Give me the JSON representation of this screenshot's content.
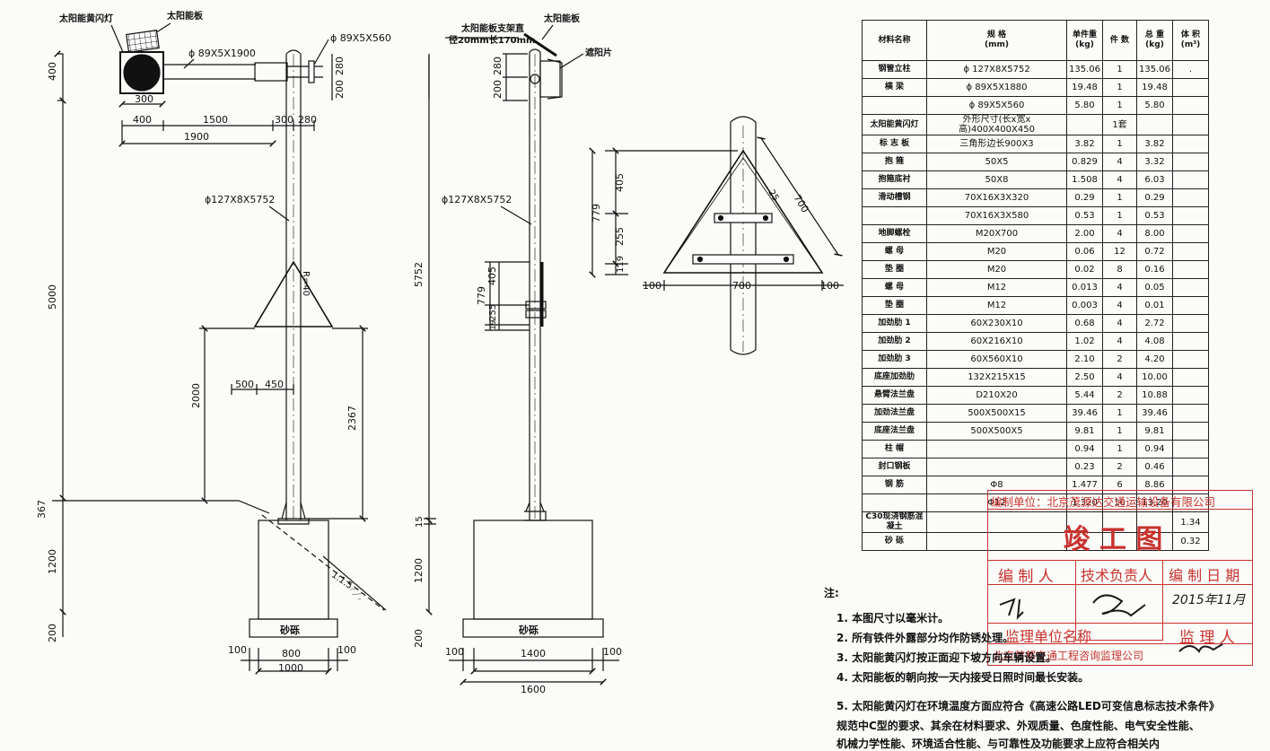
{
  "front_view": {
    "solar_flash_light_label": "太阳能黄闪灯",
    "solar_panel_label": "太阳能板",
    "arm_long_spec": "ϕ 89X5X1900",
    "arm_short_spec": "ϕ 89X5X560",
    "pole_spec": "ϕ127X8X5752",
    "sign_radius": "R=40",
    "dims": {
      "light_height": "400",
      "light_width": "300",
      "seg_400": "400",
      "seg_1500": "1500",
      "seg_300": "300",
      "seg_280": "280",
      "total_1900": "1900",
      "right_200": "200",
      "right_280": "280",
      "height_5000": "5000",
      "height_2000": "2000",
      "offset_500": "500",
      "offset_450": "450",
      "height_2367": "2367",
      "ground_367": "367",
      "found_1200": "1200",
      "gravel_200": "200",
      "base_100_left": "100",
      "base_800": "800",
      "base_100_right": "100",
      "base_1000": "1000",
      "slope": "1:1.5"
    },
    "gravel_label": "砂砾"
  },
  "side_view": {
    "bracket_label": "太阳能板支架直",
    "bracket_spec": "径20mm长170mm",
    "panel_label": "太阳能板",
    "shade_label": "遮阳片",
    "pole_spec": "ϕ127X8X5752",
    "dims": {
      "top_200": "200",
      "top_280": "280",
      "height_5752": "5752",
      "d_779": "779",
      "d_405": "405",
      "d_255": "255",
      "d_19": "19",
      "d_15": "15",
      "found_1200": "1200",
      "gravel_200": "200",
      "base_100_left": "100",
      "base_1400": "1400",
      "base_100_right": "100",
      "base_1600": "1600"
    },
    "gravel_label": "砂砾"
  },
  "detail_view": {
    "dims": {
      "d_405": "405",
      "d_779": "779",
      "d_255": "255",
      "d_119": "119",
      "d_25": "25",
      "d_700_side": "700",
      "d_700_base": "700",
      "d_100_left": "100",
      "d_100_right": "100"
    }
  },
  "material_table": {
    "headers": [
      "材料名称",
      "规 格\n(mm)",
      "单件重\n(kg)",
      "件 数",
      "总 重\n(kg)",
      "体 积\n(m³)"
    ],
    "rows": [
      {
        "name": "钢管立柱",
        "spec": "ϕ 127X8X5752",
        "unit": "135.06",
        "qty": "1",
        "total": "135.06",
        "vol": "."
      },
      {
        "name": "横 梁",
        "spec": "ϕ 89X5X1880",
        "unit": "19.48",
        "qty": "1",
        "total": "19.48",
        "vol": ""
      },
      {
        "name": "",
        "spec": "ϕ 89X5X560",
        "unit": "5.80",
        "qty": "1",
        "total": "5.80",
        "vol": ""
      },
      {
        "name": "太阳能黄闪灯",
        "spec": "外形尺寸(长x宽x高)400X400X450",
        "unit": "",
        "qty": "1套",
        "total": "",
        "vol": ""
      },
      {
        "name": "标 志 板",
        "spec": "三角形边长900X3",
        "unit": "3.82",
        "qty": "1",
        "total": "3.82",
        "vol": ""
      },
      {
        "name": "抱 箍",
        "spec": "50X5",
        "unit": "0.829",
        "qty": "4",
        "total": "3.32",
        "vol": ""
      },
      {
        "name": "抱箍底衬",
        "spec": "50X8",
        "unit": "1.508",
        "qty": "4",
        "total": "6.03",
        "vol": ""
      },
      {
        "name": "滑动槽钢",
        "spec": "70X16X3X320",
        "unit": "0.29",
        "qty": "1",
        "total": "0.29",
        "vol": ""
      },
      {
        "name": "",
        "spec": "70X16X3X580",
        "unit": "0.53",
        "qty": "1",
        "total": "0.53",
        "vol": ""
      },
      {
        "name": "地脚螺栓",
        "spec": "M20X700",
        "unit": "2.00",
        "qty": "4",
        "total": "8.00",
        "vol": ""
      },
      {
        "name": "螺 母",
        "spec": "M20",
        "unit": "0.06",
        "qty": "12",
        "total": "0.72",
        "vol": ""
      },
      {
        "name": "垫 圈",
        "spec": "M20",
        "unit": "0.02",
        "qty": "8",
        "total": "0.16",
        "vol": ""
      },
      {
        "name": "螺 母",
        "spec": "M12",
        "unit": "0.013",
        "qty": "4",
        "total": "0.05",
        "vol": ""
      },
      {
        "name": "垫 圈",
        "spec": "M12",
        "unit": "0.003",
        "qty": "4",
        "total": "0.01",
        "vol": ""
      },
      {
        "name": "加劲肋 1",
        "spec": "60X230X10",
        "unit": "0.68",
        "qty": "4",
        "total": "2.72",
        "vol": ""
      },
      {
        "name": "加劲肋 2",
        "spec": "60X216X10",
        "unit": "1.02",
        "qty": "4",
        "total": "4.08",
        "vol": ""
      },
      {
        "name": "加劲肋 3",
        "spec": "60X560X10",
        "unit": "2.10",
        "qty": "2",
        "total": "4.20",
        "vol": ""
      },
      {
        "name": "底座加劲肋",
        "spec": "132X215X15",
        "unit": "2.50",
        "qty": "4",
        "total": "10.00",
        "vol": ""
      },
      {
        "name": "悬臂法兰盘",
        "spec": "D210X20",
        "unit": "5.44",
        "qty": "2",
        "total": "10.88",
        "vol": ""
      },
      {
        "name": "加劲法兰盘",
        "spec": "500X500X15",
        "unit": "39.46",
        "qty": "1",
        "total": "39.46",
        "vol": ""
      },
      {
        "name": "底座法兰盘",
        "spec": "500X500X5",
        "unit": "9.81",
        "qty": "1",
        "total": "9.81",
        "vol": ""
      },
      {
        "name": "柱 帽",
        "spec": "",
        "unit": "0.94",
        "qty": "1",
        "total": "0.94",
        "vol": ""
      },
      {
        "name": "封口钢板",
        "spec": "",
        "unit": "0.23",
        "qty": "2",
        "total": "0.46",
        "vol": ""
      },
      {
        "name": "钢 筋",
        "spec": "Φ8",
        "unit": "1.477",
        "qty": "6",
        "total": "8.86",
        "vol": ""
      },
      {
        "name": "",
        "spec": "Φ12",
        "unit": "1.320",
        "qty": "10",
        "total": "13.20",
        "vol": ""
      },
      {
        "name": "C30现浇钢筋混凝土",
        "spec": "",
        "unit": "",
        "qty": "",
        "total": "",
        "vol": "1.34"
      },
      {
        "name": "砂 砾",
        "spec": "",
        "unit": "",
        "qty": "",
        "total": "",
        "vol": "0.32"
      }
    ]
  },
  "stamp": {
    "org": "编制单位：北京茂源达交通运输设备有限公司",
    "title": "竣 工 图",
    "h_author": "编 制 人",
    "h_tech": "技术负责人",
    "h_date": "编 制 日 期",
    "date_value": "2015年11月",
    "supervisor_unit_label": "监理单位名称",
    "supervisor_label": "监 理 人",
    "supervisor_company": "北京首都交通工程咨询监理公司"
  },
  "notes": {
    "title": "注:",
    "items": [
      "1. 本图尺寸以毫米计。",
      "2. 所有铁件外露部分均作防锈处理。",
      "3. 太阳能黄闪灯按正面迎下坡方向车辆设置。",
      "4. 太阳能板的朝向按一天内接受日照时间最长安装。",
      "5. 太阳能黄闪灯在环境温度方面应符合《高速公路LED可变信息标志技术条件》",
      "   规范中C型的要求、其余在材料要求、外观质量、色度性能、电气安全性能、",
      "   机械力学性能、环境适合性能、与可靠性及功能要求上应符合相关内"
    ]
  }
}
